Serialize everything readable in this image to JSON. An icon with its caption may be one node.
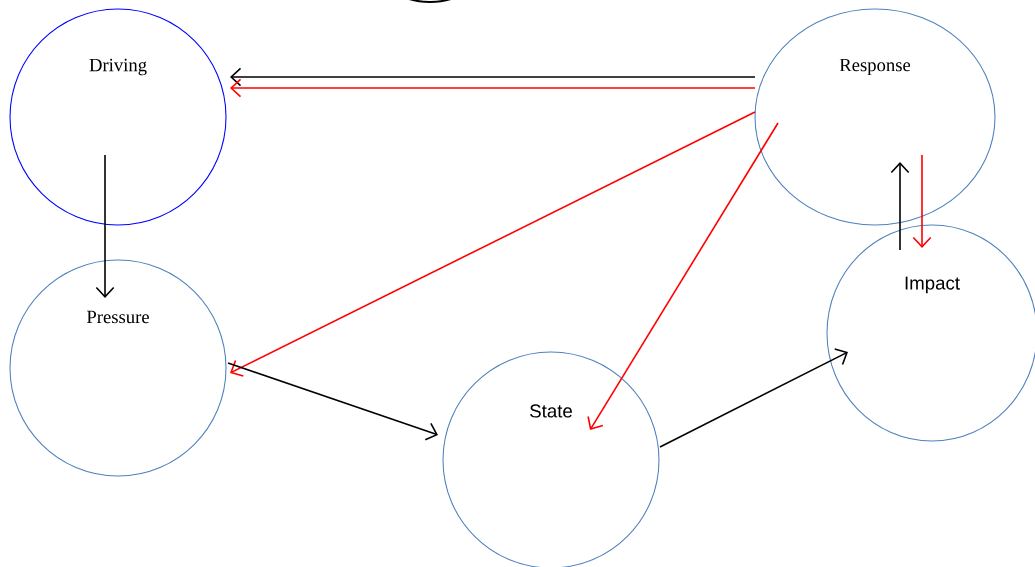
{
  "diagram": {
    "nodes": [
      {
        "text": [
          "Driving"
        ]
      },
      {
        "text": [
          "Response"
        ]
      },
      {
        "text": [
          "Pressure"
        ]
      },
      {
        "text": [
          "Impact"
        ]
      },
      {
        "text": [
          "State"
        ]
      }
    ],
    "edges": [
      {
        "from": 1,
        "to": 0,
        "arrow": "to"
      },
      {
        "from": 1,
        "to": 0,
        "arrow": "to",
        "color": "#ff0000"
      },
      {
        "from": 0,
        "to": 2,
        "arrow": "to"
      },
      {
        "from": 1,
        "to": 2,
        "arrow": "to",
        "color": "#ff0000"
      },
      {
        "from": 1,
        "to": 4,
        "arrow": "to",
        "color": "#ff0000"
      },
      {
        "from": 1,
        "to": 3,
        "arrow": "to",
        "color": "#ff0000"
      },
      {
        "from": 3,
        "to": 1,
        "arrow": "to"
      },
      {
        "from": 2,
        "to": 4,
        "arrow": "to"
      },
      {
        "from": 4,
        "to": 3,
        "arrow": "to"
      }
    ]
  }
}
